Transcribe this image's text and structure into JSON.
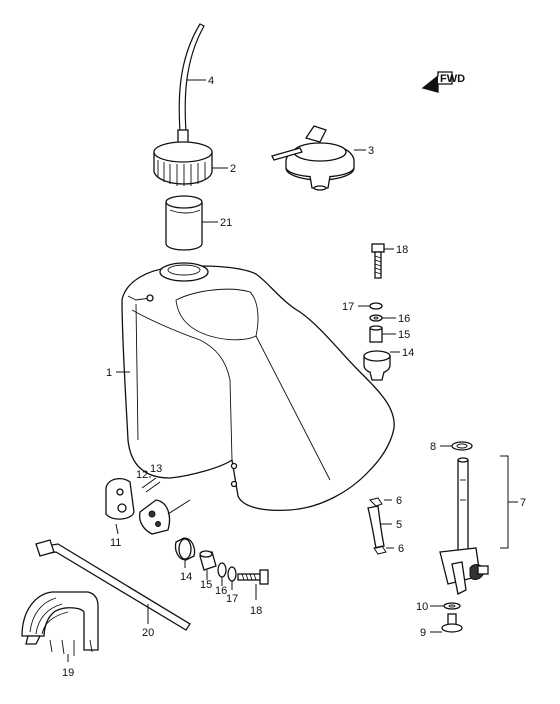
{
  "diagram": {
    "direction_marker": "FWD",
    "callouts": [
      {
        "id": "c4",
        "text": "4"
      },
      {
        "id": "c2",
        "text": "2"
      },
      {
        "id": "c3",
        "text": "3"
      },
      {
        "id": "c21",
        "text": "21"
      },
      {
        "id": "c18a",
        "text": "18"
      },
      {
        "id": "c17a",
        "text": "17"
      },
      {
        "id": "c16a",
        "text": "16"
      },
      {
        "id": "c15a",
        "text": "15"
      },
      {
        "id": "c14a",
        "text": "14"
      },
      {
        "id": "c1",
        "text": "1"
      },
      {
        "id": "c8",
        "text": "8"
      },
      {
        "id": "c12",
        "text": "12"
      },
      {
        "id": "c13",
        "text": "13"
      },
      {
        "id": "c6a",
        "text": "6"
      },
      {
        "id": "c7",
        "text": "7"
      },
      {
        "id": "c5",
        "text": "5"
      },
      {
        "id": "c6b",
        "text": "6"
      },
      {
        "id": "c11",
        "text": "11"
      },
      {
        "id": "c14b",
        "text": "14"
      },
      {
        "id": "c15b",
        "text": "15"
      },
      {
        "id": "c16b",
        "text": "16"
      },
      {
        "id": "c17b",
        "text": "17"
      },
      {
        "id": "c18b",
        "text": "18"
      },
      {
        "id": "c10",
        "text": "10"
      },
      {
        "id": "c9",
        "text": "9"
      },
      {
        "id": "c20",
        "text": "20"
      },
      {
        "id": "c19",
        "text": "19"
      }
    ]
  }
}
